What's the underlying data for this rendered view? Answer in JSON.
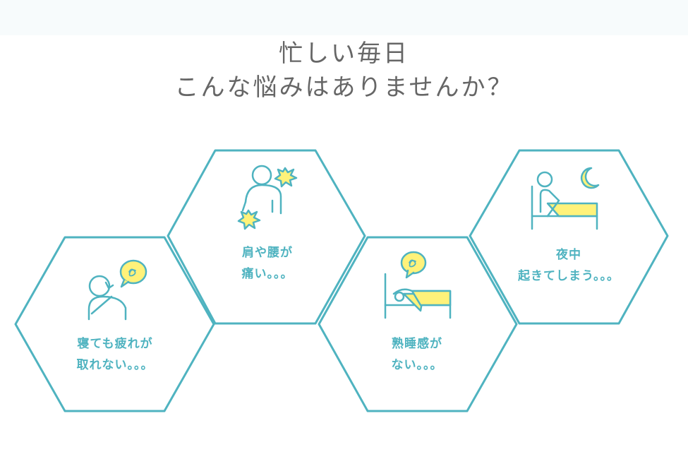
{
  "heading": {
    "line1": "忙しい毎日",
    "line2": "こんな悩みはありませんか？"
  },
  "colors": {
    "teal": "#4fb3c0",
    "yellow": "#fff27a",
    "heading_text": "#666666",
    "background": "#ffffff"
  },
  "problems": [
    {
      "line1": "寝ても疲れが",
      "line2": "取れない。。。",
      "icon": "tired-person-icon"
    },
    {
      "line1": "肩や腰が",
      "line2": "痛い。。。",
      "icon": "back-pain-icon"
    },
    {
      "line1": "熟睡感が",
      "line2": "ない。。。",
      "icon": "restless-bed-icon"
    },
    {
      "line1": "夜中",
      "line2": "起きてしまう。。。",
      "icon": "night-waking-icon"
    }
  ]
}
